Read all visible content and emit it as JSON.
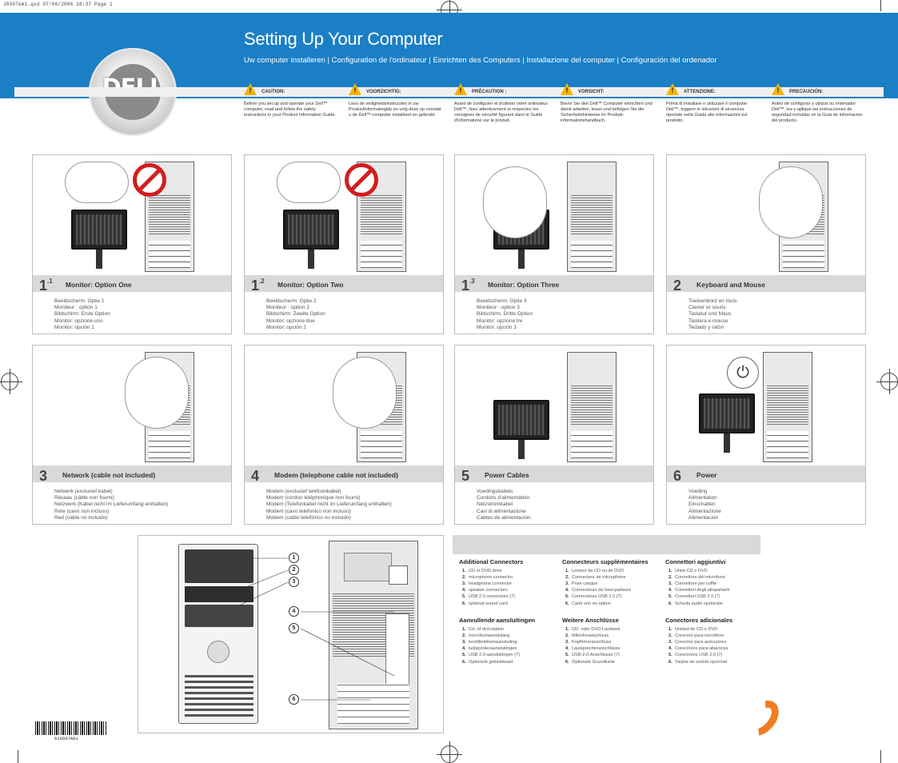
{
  "print_header": "J0507em1.qxd  07/06/2006  18:37  Page 1",
  "header": {
    "title": "Setting Up Your Computer",
    "subtitle": "Uw computer installeren | Configuration de l'ordinateur | Einrichten des Computers | Installazione del computer  | Configuración del ordenador",
    "logo_text": "DELL"
  },
  "cautions": [
    {
      "label": "CAUTION:",
      "text": "Before you set up and operate your Dell™ computer, read and follow the safety instructions in your Product Information Guide."
    },
    {
      "label": "VOORZICHTIG:",
      "text": "Lees de veiligheidsinstructies in uw Productinformatiegids en volg deze op voordat u de Dell™-computer installeert en gebruikt."
    },
    {
      "label": "PRÉCAUTION :",
      "text": "Avant de configurer et d'utiliser votre ordinateur Dell™, lisez attentivement et respectez les consignes de sécurité figurant dans le Guide d'informations sur le produit."
    },
    {
      "label": "VORSICHT:",
      "text": "Bevor Sie den Dell™ Computer einrichten und damit arbeiten, lesen und befolgen Sie die Sicherheitshinweise im Produkt-informationshandbuch."
    },
    {
      "label": "ATTENZIONE:",
      "text": "Prima di installare e utilizzare il computer Dell™, leggere le istruzioni di sicurezza riportate nella Guida alle informazioni sul prodotto."
    },
    {
      "label": "PRECAUCIÓN:",
      "text": "Antes de configurar y utilizar su ordenador Dell™, lea y aplique las instrucciones de seguridad incluidas en la Guía de información del producto."
    }
  ],
  "steps": [
    {
      "num": "1",
      "sup": ".1",
      "title": "Monitor: Option One",
      "lines": [
        "Beeldscherm: Optie 1",
        "Moniteur : option 1",
        "Bildschirm: Erste Option",
        "Monitor: opzione uno",
        "Monitor: opción 1"
      ]
    },
    {
      "num": "1",
      "sup": ".2",
      "title": "Monitor: Option Two",
      "lines": [
        "Beeldscherm: Optie 2",
        "Moniteur : option 2",
        "Bildschirm: Zweite Option",
        "Monitor: opzione due",
        "Monitor: opción 2"
      ]
    },
    {
      "num": "1",
      "sup": ".3",
      "title": "Monitor: Option Three",
      "lines": [
        "Beeldscherm: Optie 3",
        "Moniteur : option 3",
        "Bildschirm: Dritte Option",
        "Monitor: opzione tre",
        "Monitor: opción 3"
      ]
    },
    {
      "num": "2",
      "sup": "",
      "title": "Keyboard and Mouse",
      "lines": [
        "Toetsenbord en muis",
        "Clavier et souris",
        "Tastatur und Maus",
        "Tastiera e mouse",
        "Teclado y ratón"
      ]
    },
    {
      "num": "3",
      "sup": "",
      "title": "Network (cable not included)",
      "lines": [
        "Netwerk (exclusief kabel)",
        "Réseau (câble non fourni)",
        "Netzwerk (Kabel nicht im Lieferumfang enthalten)",
        "Rete (cavo non incluso)",
        "Red (cable no incluido)"
      ]
    },
    {
      "num": "4",
      "sup": "",
      "title": "Modem (telephone cable not included)",
      "lines": [
        "Modem (exclusief telefoonkabel)",
        "Modem (cordon téléphonique non fourni)",
        "Modem (Telefonkabel nicht im Lieferumfang enthalten)",
        "Modem (cavo telefonico non incluso)",
        "Módem (cable telefónico no incluido)"
      ]
    },
    {
      "num": "5",
      "sup": "",
      "title": "Power Cables",
      "lines": [
        "Voedingskabels",
        "Cordons d'alimentation",
        "Netzstromkabel",
        "Cavi di alimentazione",
        "Cables de alimentación"
      ]
    },
    {
      "num": "6",
      "sup": "",
      "title": "Power",
      "lines": [
        "Voeding",
        "Alimentation",
        "Einschalten",
        "Alimentazione",
        "Alimentación"
      ]
    }
  ],
  "callouts": [
    "1",
    "2",
    "3",
    "4",
    "5",
    "6"
  ],
  "connectors": [
    {
      "heading": "Additional Connectors",
      "items": [
        "CD or DVD drive",
        "microphone connector",
        "headphone connector",
        "speaker connectors",
        "USB 2.0 connectors (7)",
        "optional sound card"
      ]
    },
    {
      "heading": "Connecteurs supplémentaires",
      "items": [
        "Lecteur de CD ou de DVD",
        "Connecteur de microphone",
        "Prise casque",
        "Connecteurs de haut-parleurs",
        "Connecteurs USB 2.0 (7)",
        "Carte son en option"
      ]
    },
    {
      "heading": "Connettori aggiuntivi",
      "items": [
        "Unità CD o DVD",
        "Connettore del microfono",
        "Connettore per cuffie",
        "Connettori degli altoparlanti",
        "Connettori USB 2.0 (7)",
        "Scheda audio opzionale"
      ]
    },
    {
      "heading": "Aanvullende aansluitingen",
      "items": [
        "Cd- of dvd-station",
        "microfoonaansluiting",
        "hoofdtelefoonaansluiting",
        "luidsprekeraansluitingen",
        "USB 2.0-aansluitingen (7)",
        "Optionele geluidskaart"
      ]
    },
    {
      "heading": "Weitere Anschlüsse",
      "items": [
        "CD- oder DVD-Laufwerk",
        "Mikrofonanschluss",
        "Kopfhöreranschluss",
        "Lautsprecheranschlüsse",
        "USB-2.0-Anschlüsse (7)",
        "Optionale Soundkarte"
      ]
    },
    {
      "heading": "Conectores adicionales",
      "items": [
        "Unidad de CD o DVD",
        "Conector para micrófono",
        "Conector para auriculares",
        "Conectores para altavoces",
        "Conectores USB 2.0 (7)",
        "Tarjeta de sonido opcional"
      ]
    }
  ],
  "barcode_text": "0JG507A01"
}
